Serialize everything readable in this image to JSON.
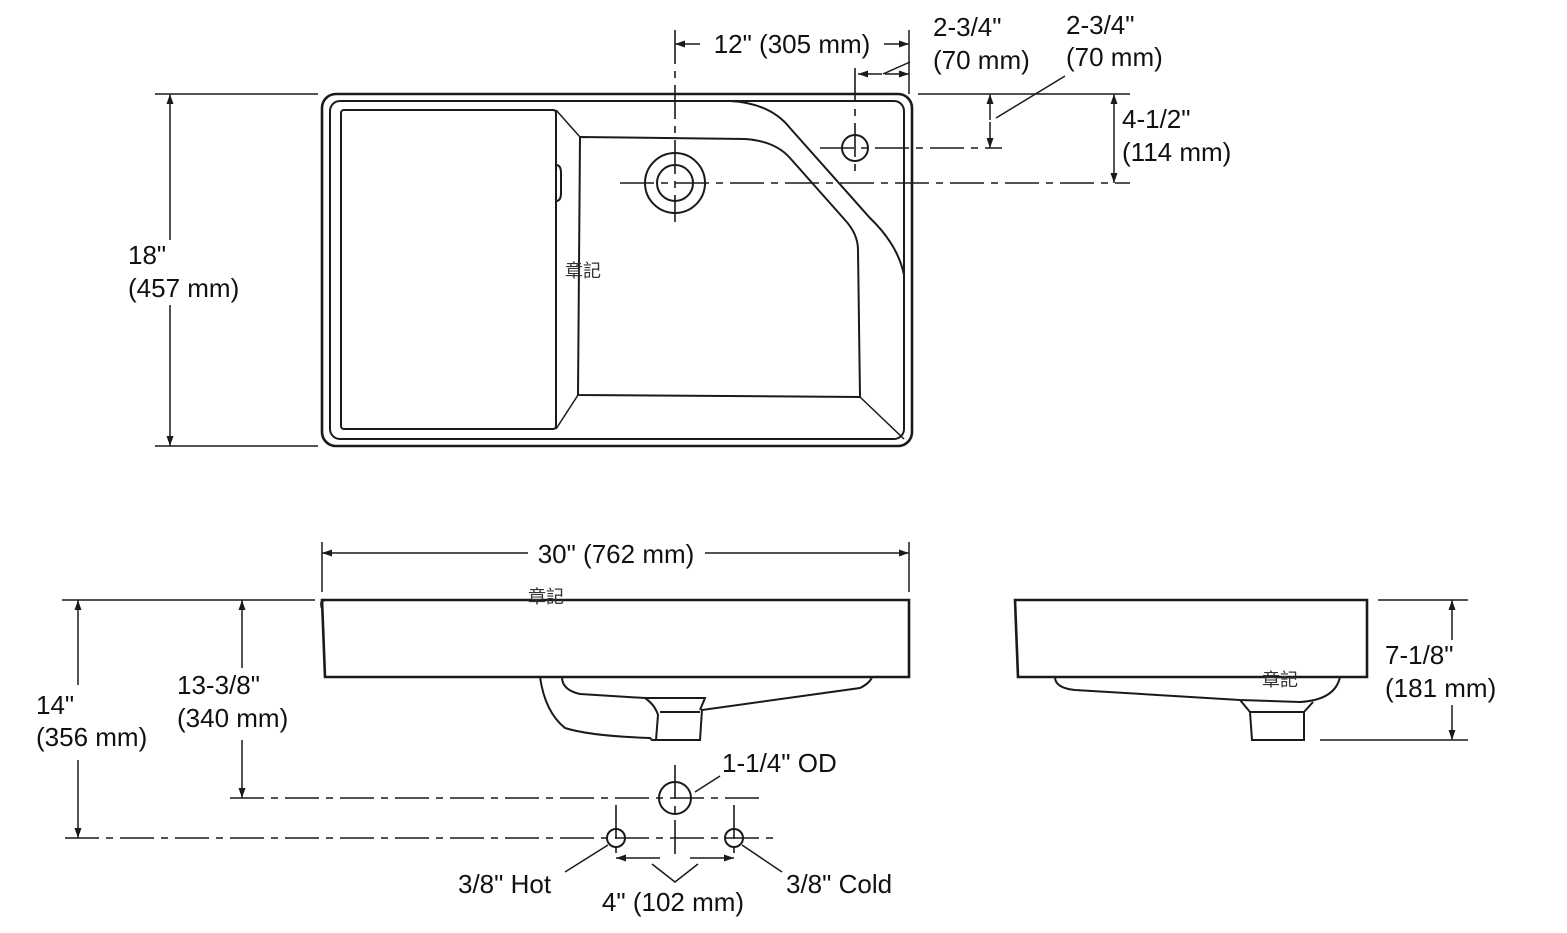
{
  "dimensions": {
    "faucet_offset": "12\" (305 mm)",
    "hole_setback_in": "2-3/4\"",
    "hole_setback_mm": "(70 mm)",
    "hole_side_in": "2-3/4\"",
    "hole_side_mm": "(70 mm)",
    "hole_depth_in": "4-1/2\"",
    "hole_depth_mm": "(114 mm)",
    "depth_in": "18\"",
    "depth_mm": "(457 mm)",
    "width": "30\" (762 mm)",
    "supply_height_in": "14\"",
    "supply_height_mm": "(356 mm)",
    "drain_height_in": "13-3/8\"",
    "drain_height_mm": "(340 mm)",
    "drain_od": "1-1/4\" OD",
    "hot": "3/8\" Hot",
    "cold": "3/8\" Cold",
    "supply_spacing": "4\" (102 mm)",
    "side_height_in": "7-1/8\"",
    "side_height_mm": "(181 mm)"
  },
  "watermarks": [
    "章記",
    "章記",
    "章記"
  ]
}
